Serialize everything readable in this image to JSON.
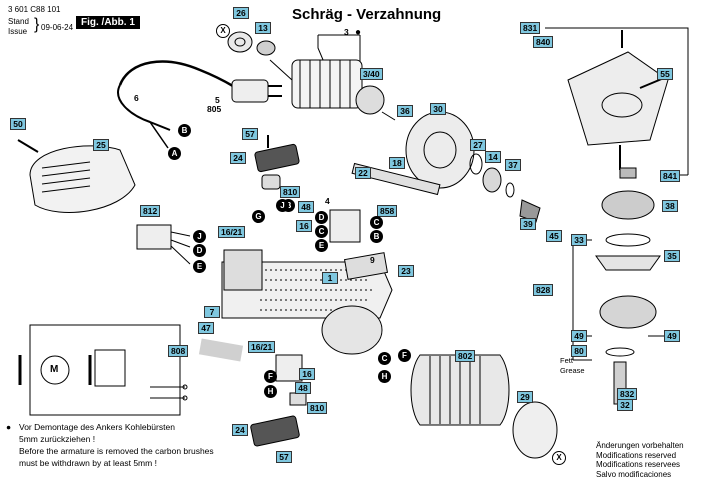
{
  "header": {
    "code": "3 601 C88 101",
    "stand_label": "Stand",
    "issue_label": "Issue",
    "date": "09-06-24",
    "fig_label": "Fig. /Abb. 1",
    "title": "Schräg - Verzahnung"
  },
  "notes": {
    "de": "Vor Demontage des Ankers Kohlebürsten 5mm zurückziehen !",
    "en": "Before the armature is removed the carbon brushes must be withdrawn by at least 5mm !"
  },
  "modifications": [
    "Änderungen vorbehalten",
    "Modifications reserved",
    "Modifications reservees",
    "Salvo modificaciones"
  ],
  "grease": {
    "de": "Fett",
    "en": "Grease"
  },
  "motor_symbol": "M",
  "colors": {
    "tag_fill": "#7fc7df",
    "line": "#000000"
  },
  "part_labels": {
    "p26": "26",
    "p13": "13",
    "p3": "3",
    "p3_40": "3/40",
    "p6": "6",
    "p5": "5",
    "p805": "805",
    "p50": "50",
    "p25": "25",
    "p57a": "57",
    "p24a": "24",
    "p810a": "810",
    "p48a": "48",
    "p4": "4",
    "p858": "858",
    "p812": "812",
    "p16_21a": "16/21",
    "p16a": "16",
    "p9": "9",
    "p1": "1",
    "p23": "23",
    "p7": "7",
    "p47": "47",
    "p808": "808",
    "p16_21b": "16/21",
    "p16b": "16",
    "p48b": "48",
    "p810b": "810",
    "p24b": "24",
    "p57b": "57",
    "p36": "36",
    "p30": "30",
    "p22": "22",
    "p18": "18",
    "p27": "27",
    "p14": "14",
    "p37": "37",
    "p39": "39",
    "p45": "45",
    "p802": "802",
    "p29": "29",
    "p831": "831",
    "p840": "840",
    "p55": "55",
    "p841": "841",
    "p38": "38",
    "p33": "33",
    "p35": "35",
    "p828": "828",
    "p49a": "49",
    "p49b": "49",
    "p80": "80",
    "p832": "832",
    "p32": "32"
  },
  "connector_labels": {
    "b1": "B",
    "a1": "A",
    "b2": "B",
    "g1": "G",
    "j1": "J",
    "c1": "C",
    "d1": "D",
    "e1": "E",
    "d2": "D",
    "c2": "C",
    "e2": "E",
    "b3": "B",
    "j2": "J",
    "d3": "D",
    "e3": "E",
    "c3": "C",
    "f1": "F",
    "h1": "H",
    "f2": "F",
    "h2": "H",
    "x1": "X",
    "x2": "X"
  }
}
